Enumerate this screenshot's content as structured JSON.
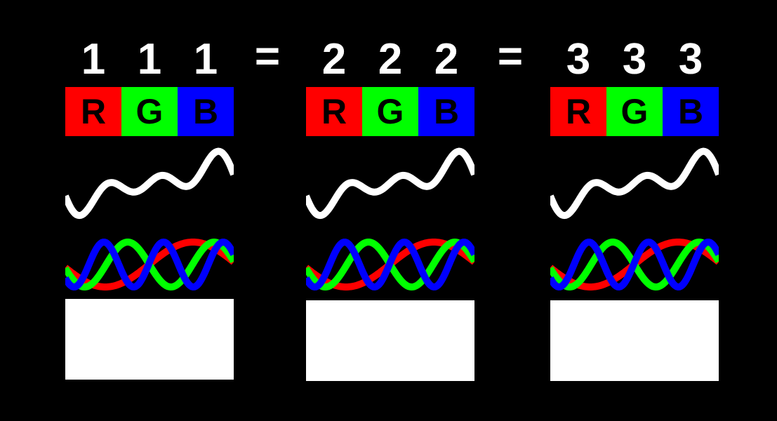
{
  "equation": {
    "groups": [
      {
        "digits": [
          "1",
          "1",
          "1"
        ]
      },
      {
        "digits": [
          "2",
          "2",
          "2"
        ]
      },
      {
        "digits": [
          "3",
          "3",
          "3"
        ]
      }
    ],
    "equals": [
      "=",
      "="
    ]
  },
  "channels": [
    {
      "label": "R",
      "color": "#ff0000"
    },
    {
      "label": "G",
      "color": "#00ff00"
    },
    {
      "label": "B",
      "color": "#0000ff"
    }
  ],
  "combined_wave_color": "#ffffff",
  "output_color": "#ffffff"
}
